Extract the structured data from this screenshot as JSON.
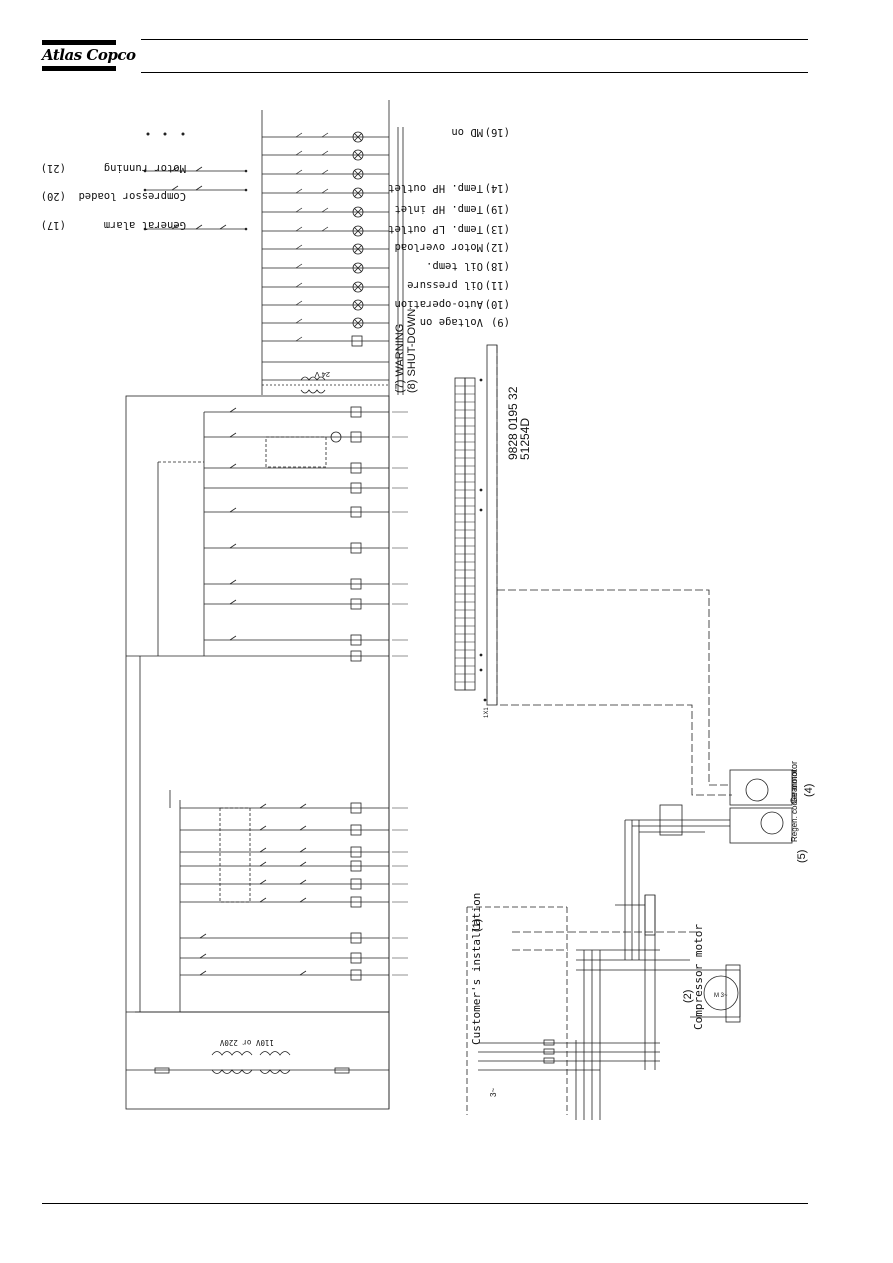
{
  "header": {
    "brand": "Atlas Copco"
  },
  "diagram": {
    "drawing_number": "9828 0195 32",
    "drawing_code": "51254D",
    "supply_voltage_label": "110V or 220V",
    "control_voltage_label": "24 V",
    "phase_label": "3~",
    "lamp_labels": [
      {
        "num": "(16)",
        "text": "MD on"
      },
      {
        "num": "(14)",
        "text": "Temp. HP outlet"
      },
      {
        "num": "(19)",
        "text": "Temp. HP inlet"
      },
      {
        "num": "(13)",
        "text": "Temp. LP outlet"
      },
      {
        "num": "(12)",
        "text": "Motor overload"
      },
      {
        "num": "(18)",
        "text": "Oil temp."
      },
      {
        "num": "(11)",
        "text": "Oil pressure"
      },
      {
        "num": "(10)",
        "text": "Auto-operation"
      },
      {
        "num": "(9)",
        "text": "Voltage on"
      }
    ],
    "remote_contacts": [
      {
        "num": "(21)",
        "text": "Motor running"
      },
      {
        "num": "(20)",
        "text": "Compressor loaded"
      },
      {
        "num": "(17)",
        "text": "General alarm"
      }
    ],
    "warning_label": "(7) WARNING",
    "shutdown_label": "(8) SHUT-DOWN",
    "customer_installation": "Customer's installation",
    "customer_installation_num": "(1)",
    "compressor_motor": "Compressor motor",
    "compressor_motor_num": "(2)",
    "gearmotor": "Gearmotor",
    "gearmotor_num": "(4)",
    "regen_cooler_motor": "Regen. cooler motor",
    "regen_cooler_motor_num": "(5)",
    "motor_symbol": "M 3~",
    "terminal_ref": "1X1"
  }
}
